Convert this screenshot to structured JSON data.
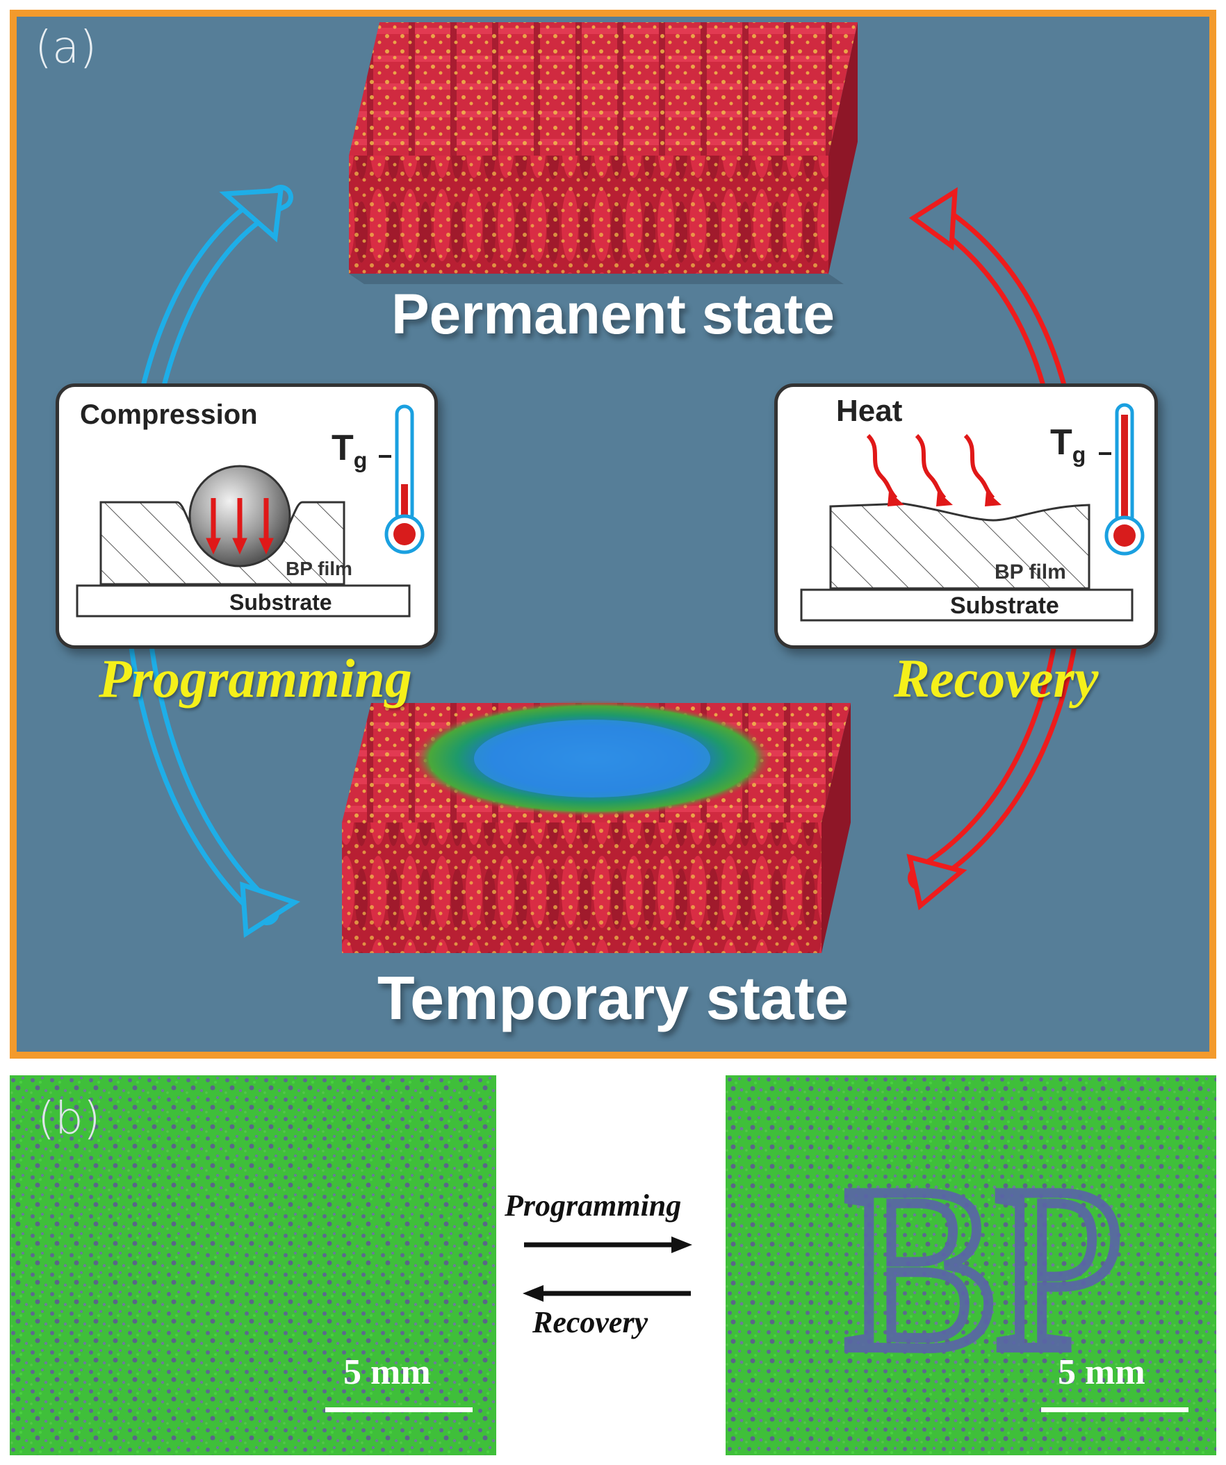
{
  "panel_a": {
    "label": "(a)",
    "permanent_state": "Permanent state",
    "temporary_state": "Temporary state",
    "programming": "Programming",
    "recovery": "Recovery",
    "compression_inset": {
      "title": "Compression",
      "tg_main": "T",
      "tg_sub": "g",
      "film": "BP film",
      "substrate": "Substrate"
    },
    "heat_inset": {
      "title": "Heat",
      "tg_main": "T",
      "tg_sub": "g",
      "film": "BP film",
      "substrate": "Substrate"
    },
    "colors": {
      "frame": "#f39a2c",
      "background": "#567e98",
      "programming_arrow": "#1eaee8",
      "recovery_arrow": "#ee1c1c",
      "label_yellow": "#f5f01a",
      "block_red": "#c8253a",
      "indent_blue": "#2f8fe6"
    }
  },
  "panel_b": {
    "label": "(b)",
    "programming": "Programming",
    "recovery": "Recovery",
    "scale_left": "5 mm",
    "scale_right": "5 mm",
    "imprint": "BP",
    "colors": {
      "photo_green": "#3fbf3a",
      "imprint_blue": "#5a64a8"
    }
  }
}
